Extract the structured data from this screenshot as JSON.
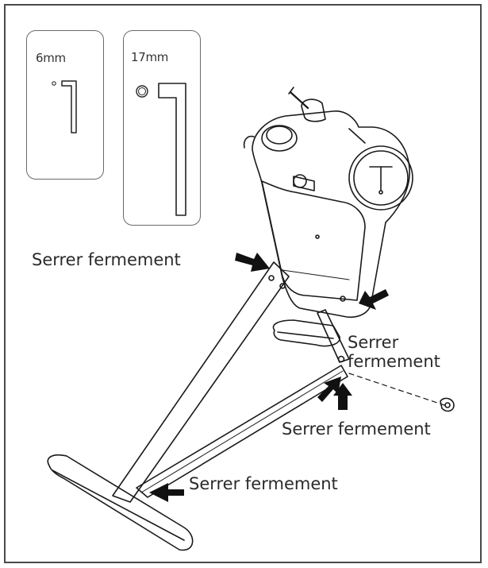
{
  "tools": [
    {
      "size_label": "6mm",
      "icon": "hex-key-icon"
    },
    {
      "size_label": "17mm",
      "icon": "spanner-icon"
    }
  ],
  "callouts": [
    {
      "text": "Serrer fermement"
    },
    {
      "text": "Serrer fermement"
    },
    {
      "text": "Serrer fermement"
    },
    {
      "text": "Serrer fermement"
    }
  ],
  "colors": {
    "line": "#1a1a1a",
    "frame": "#4a4a4a",
    "arrow": "#111111"
  }
}
